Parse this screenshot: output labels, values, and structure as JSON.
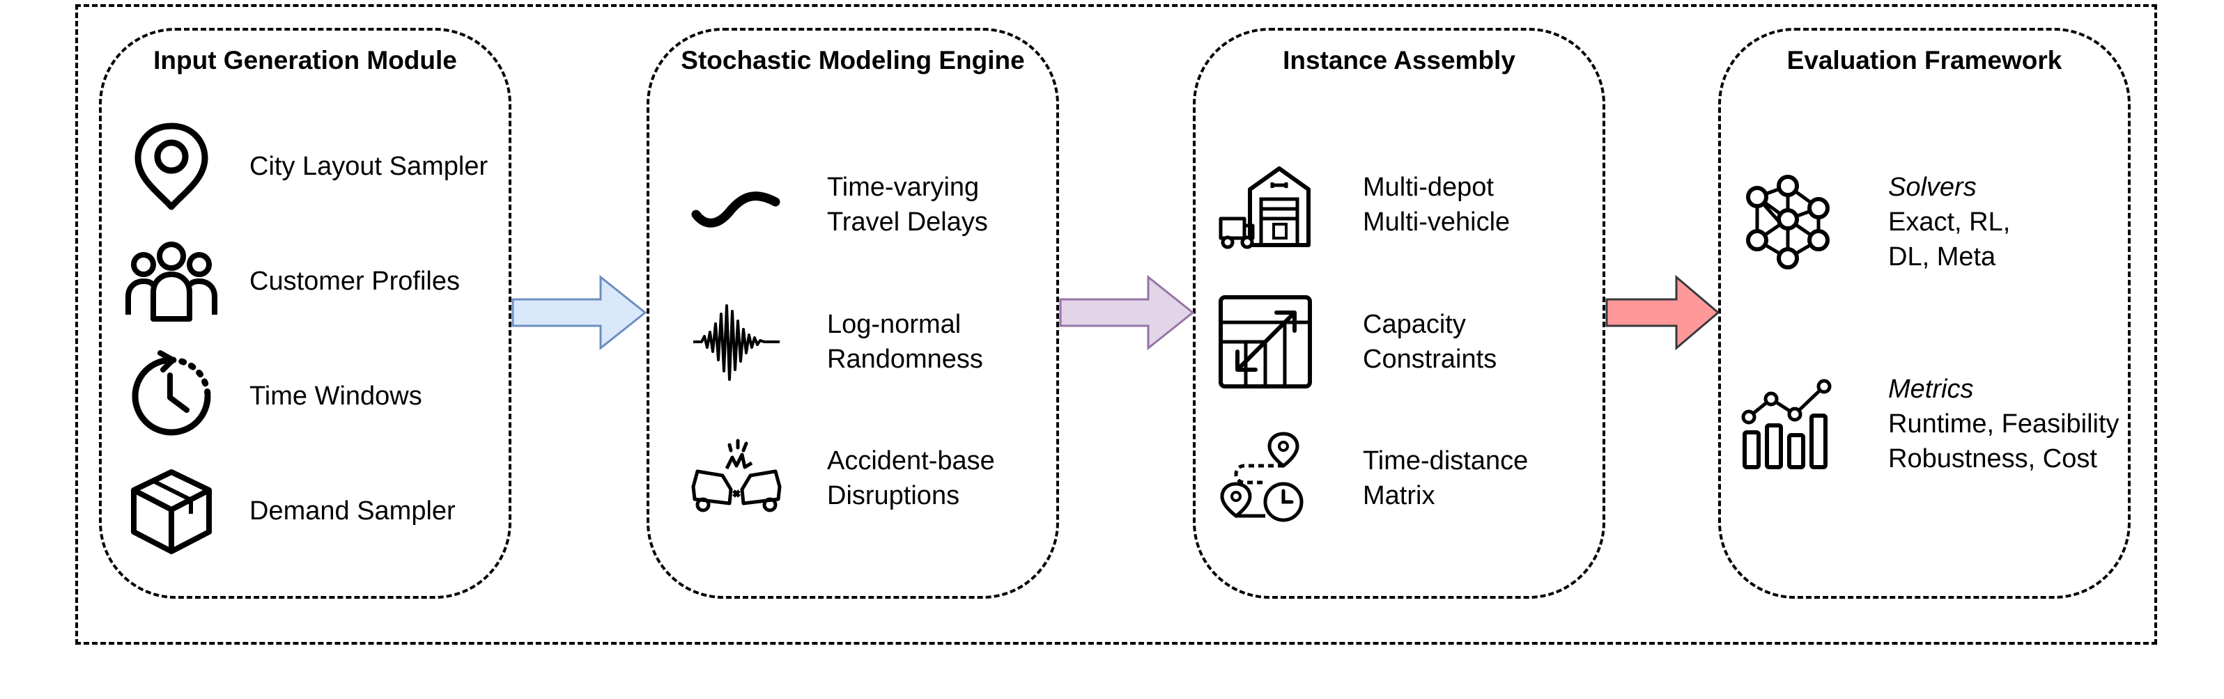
{
  "modules": [
    {
      "title": "Input Generation Module",
      "items": [
        {
          "icon": "location-pin-icon",
          "lines": [
            "City Layout Sampler"
          ]
        },
        {
          "icon": "people-group-icon",
          "lines": [
            "Customer Profiles"
          ]
        },
        {
          "icon": "clock-icon",
          "lines": [
            "Time Windows"
          ]
        },
        {
          "icon": "box-icon",
          "lines": [
            "Demand Sampler"
          ]
        }
      ]
    },
    {
      "title": "Stochastic Modeling Engine",
      "items": [
        {
          "icon": "wave-icon",
          "lines": [
            "Time-varying",
            "Travel Delays"
          ]
        },
        {
          "icon": "signal-burst-icon",
          "lines": [
            "Log-normal",
            "Randomness"
          ]
        },
        {
          "icon": "car-crash-icon",
          "lines": [
            "Accident-base",
            "Disruptions"
          ]
        }
      ]
    },
    {
      "title": "Instance Assembly",
      "items": [
        {
          "icon": "warehouse-truck-icon",
          "lines": [
            "Multi-depot",
            "Multi-vehicle"
          ]
        },
        {
          "icon": "resize-capacity-icon",
          "lines": [
            "Capacity",
            "Constraints"
          ]
        },
        {
          "icon": "route-clock-icon",
          "lines": [
            "Time-distance",
            "Matrix"
          ]
        }
      ]
    },
    {
      "title": "Evaluation Framework",
      "items": [
        {
          "icon": "neural-network-icon",
          "heading": "Solvers",
          "lines": [
            "Exact, RL,",
            "DL, Meta"
          ]
        },
        {
          "icon": "chart-metrics-icon",
          "heading": "Metrics",
          "lines": [
            "Runtime, Feasibility",
            "Robustness, Cost"
          ]
        }
      ]
    }
  ],
  "arrow_colors": [
    {
      "fill": "#dae8fc",
      "stroke": "#6c8ebf"
    },
    {
      "fill": "#e1d5e7",
      "stroke": "#9673a6"
    },
    {
      "fill": "#ff9999",
      "stroke": "#36393d"
    }
  ]
}
